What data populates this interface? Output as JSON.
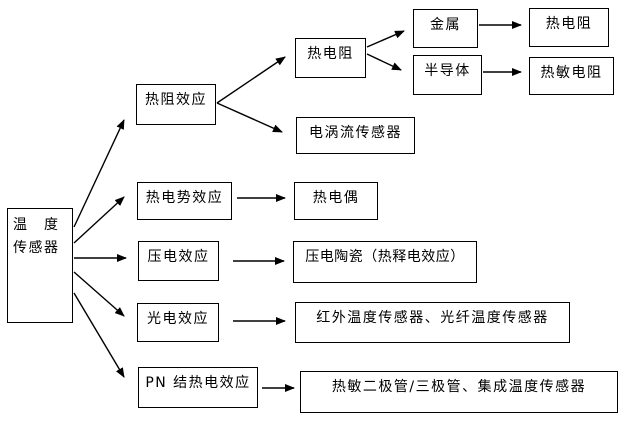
{
  "diagram": {
    "background_color": "#ffffff",
    "line_color": "#000000",
    "box_border_color": "#000000",
    "nodes": {
      "root_line1": "温　度",
      "root_line2": "传感器",
      "thermal_resistance_effect": "热阻效应",
      "thermal_resistor_mid": "热电阻",
      "eddy_current_sensor": "电涡流传感器",
      "metal": "金属",
      "semiconductor": "半导体",
      "rtd": "热电阻",
      "thermistor": "热敏电阻",
      "thermo_emf_effect": "热电势效应",
      "thermocouple": "热电偶",
      "piezoelectric_effect": "压电效应",
      "piezoelectric_ceramic": "压电陶瓷（热释电效应）",
      "photoelectric_effect": "光电效应",
      "photoelectric_sensors": "红外温度传感器、光纤温度传感器",
      "pn_junction_effect": "PN 结热电效应",
      "pn_sensors": "热敏二极管/三极管、集成温度传感器"
    },
    "edges": [
      {
        "from": "temperature-sensor",
        "to": "thermal-resistance-effect"
      },
      {
        "from": "temperature-sensor",
        "to": "thermo-emf-effect"
      },
      {
        "from": "temperature-sensor",
        "to": "piezoelectric-effect"
      },
      {
        "from": "temperature-sensor",
        "to": "photoelectric-effect"
      },
      {
        "from": "temperature-sensor",
        "to": "pn-junction-effect"
      },
      {
        "from": "thermal-resistance-effect",
        "to": "thermal-resistor"
      },
      {
        "from": "thermal-resistance-effect",
        "to": "eddy-current-sensor"
      },
      {
        "from": "thermal-resistor",
        "to": "metal"
      },
      {
        "from": "thermal-resistor",
        "to": "semiconductor"
      },
      {
        "from": "metal",
        "to": "rtd"
      },
      {
        "from": "semiconductor",
        "to": "thermistor"
      },
      {
        "from": "thermo-emf-effect",
        "to": "thermocouple"
      },
      {
        "from": "piezoelectric-effect",
        "to": "piezoelectric-ceramic"
      },
      {
        "from": "photoelectric-effect",
        "to": "photoelectric-sensors"
      },
      {
        "from": "pn-junction-effect",
        "to": "pn-sensors"
      }
    ]
  }
}
